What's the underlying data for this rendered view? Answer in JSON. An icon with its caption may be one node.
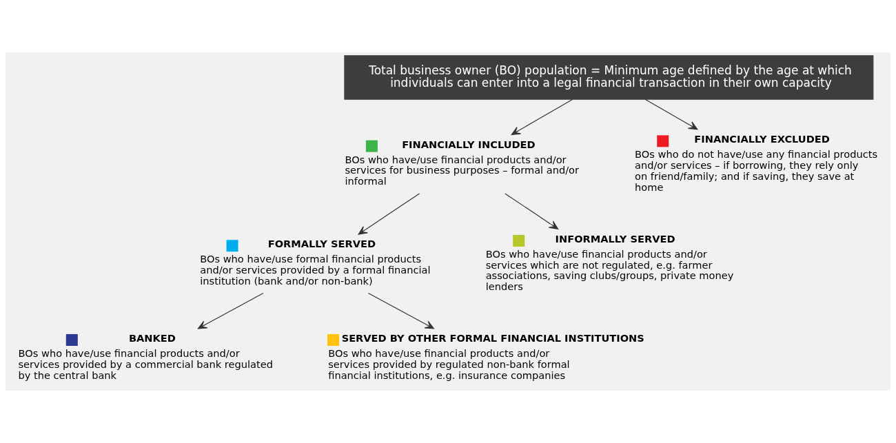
{
  "diagram": {
    "nodes": [
      {
        "text": [
          "Total business owner (BO) population = Minimum age defined by the age at which individuals can enter into a legal financial transaction in their own capacity"
        ]
      },
      {
        "text": [
          "FINANCIALLY INCLUDED",
          "BOs who have/use financial products and/or services for business purposes – formal and/or informal"
        ]
      },
      {
        "text": [
          "FINANCIALLY EXCLUDED",
          "BOs who do not have/use any financial products and/or services – if borrowing, they rely only on friend/family; and if saving, they save at home"
        ]
      },
      {
        "text": [
          "FORMALLY SERVED",
          "BOs who have/use formal financial products and/or services provided by a formal financial institution (bank and/or non-bank)"
        ]
      },
      {
        "text": [
          "INFORMALLY SERVED",
          "BOs who have/use financial products and/or services which are not regulated, e.g. farmer associations, saving clubs/groups, private money lenders"
        ]
      },
      {
        "text": [
          "BANKED",
          "BOs who have/use financial products and/or services provided by a commercial bank regulated by the central bank"
        ]
      },
      {
        "text": [
          "SERVED BY OTHER FORMAL FINANCIAL INSTITUTIONS",
          "BOs who have/use financial products and/or services provided by regulated non-bank formal financial institutions, e.g. insurance companies"
        ]
      }
    ],
    "edges": [
      {
        "from": 0,
        "to": 1,
        "arrow": "to"
      },
      {
        "from": 0,
        "to": 2,
        "arrow": "to"
      },
      {
        "from": 1,
        "to": 3,
        "arrow": "to"
      },
      {
        "from": 1,
        "to": 4,
        "arrow": "to"
      },
      {
        "from": 3,
        "to": 5,
        "arrow": "to"
      },
      {
        "from": 3,
        "to": 6,
        "arrow": "to"
      }
    ]
  }
}
